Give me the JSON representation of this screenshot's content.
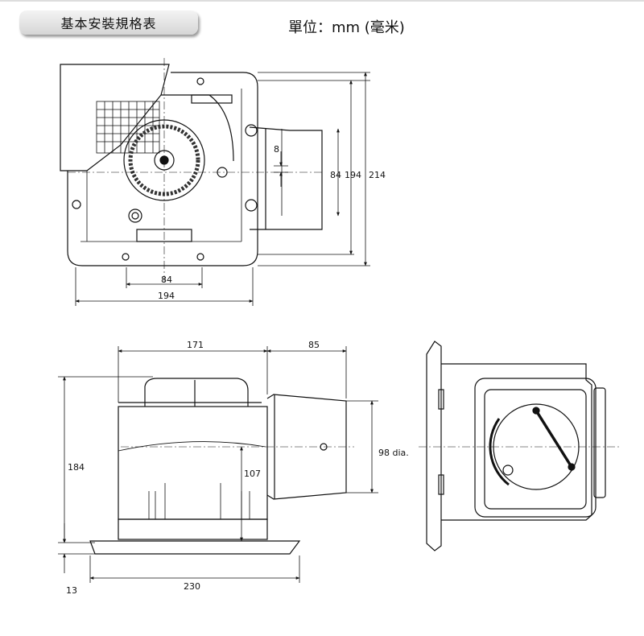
{
  "header": {
    "title": "基本安裝規格表",
    "unit": "單位：mm (毫米)"
  },
  "dimensions": {
    "top_view": {
      "width_194": "194",
      "width_84": "84",
      "height_8": "8",
      "height_84": "84",
      "height_194": "194",
      "height_214": "214"
    },
    "side_view": {
      "width_171": "171",
      "width_85": "85",
      "height_184": "184",
      "height_107": "107",
      "height_13": "13",
      "width_230": "230",
      "duct_dia": "98 dia."
    }
  }
}
